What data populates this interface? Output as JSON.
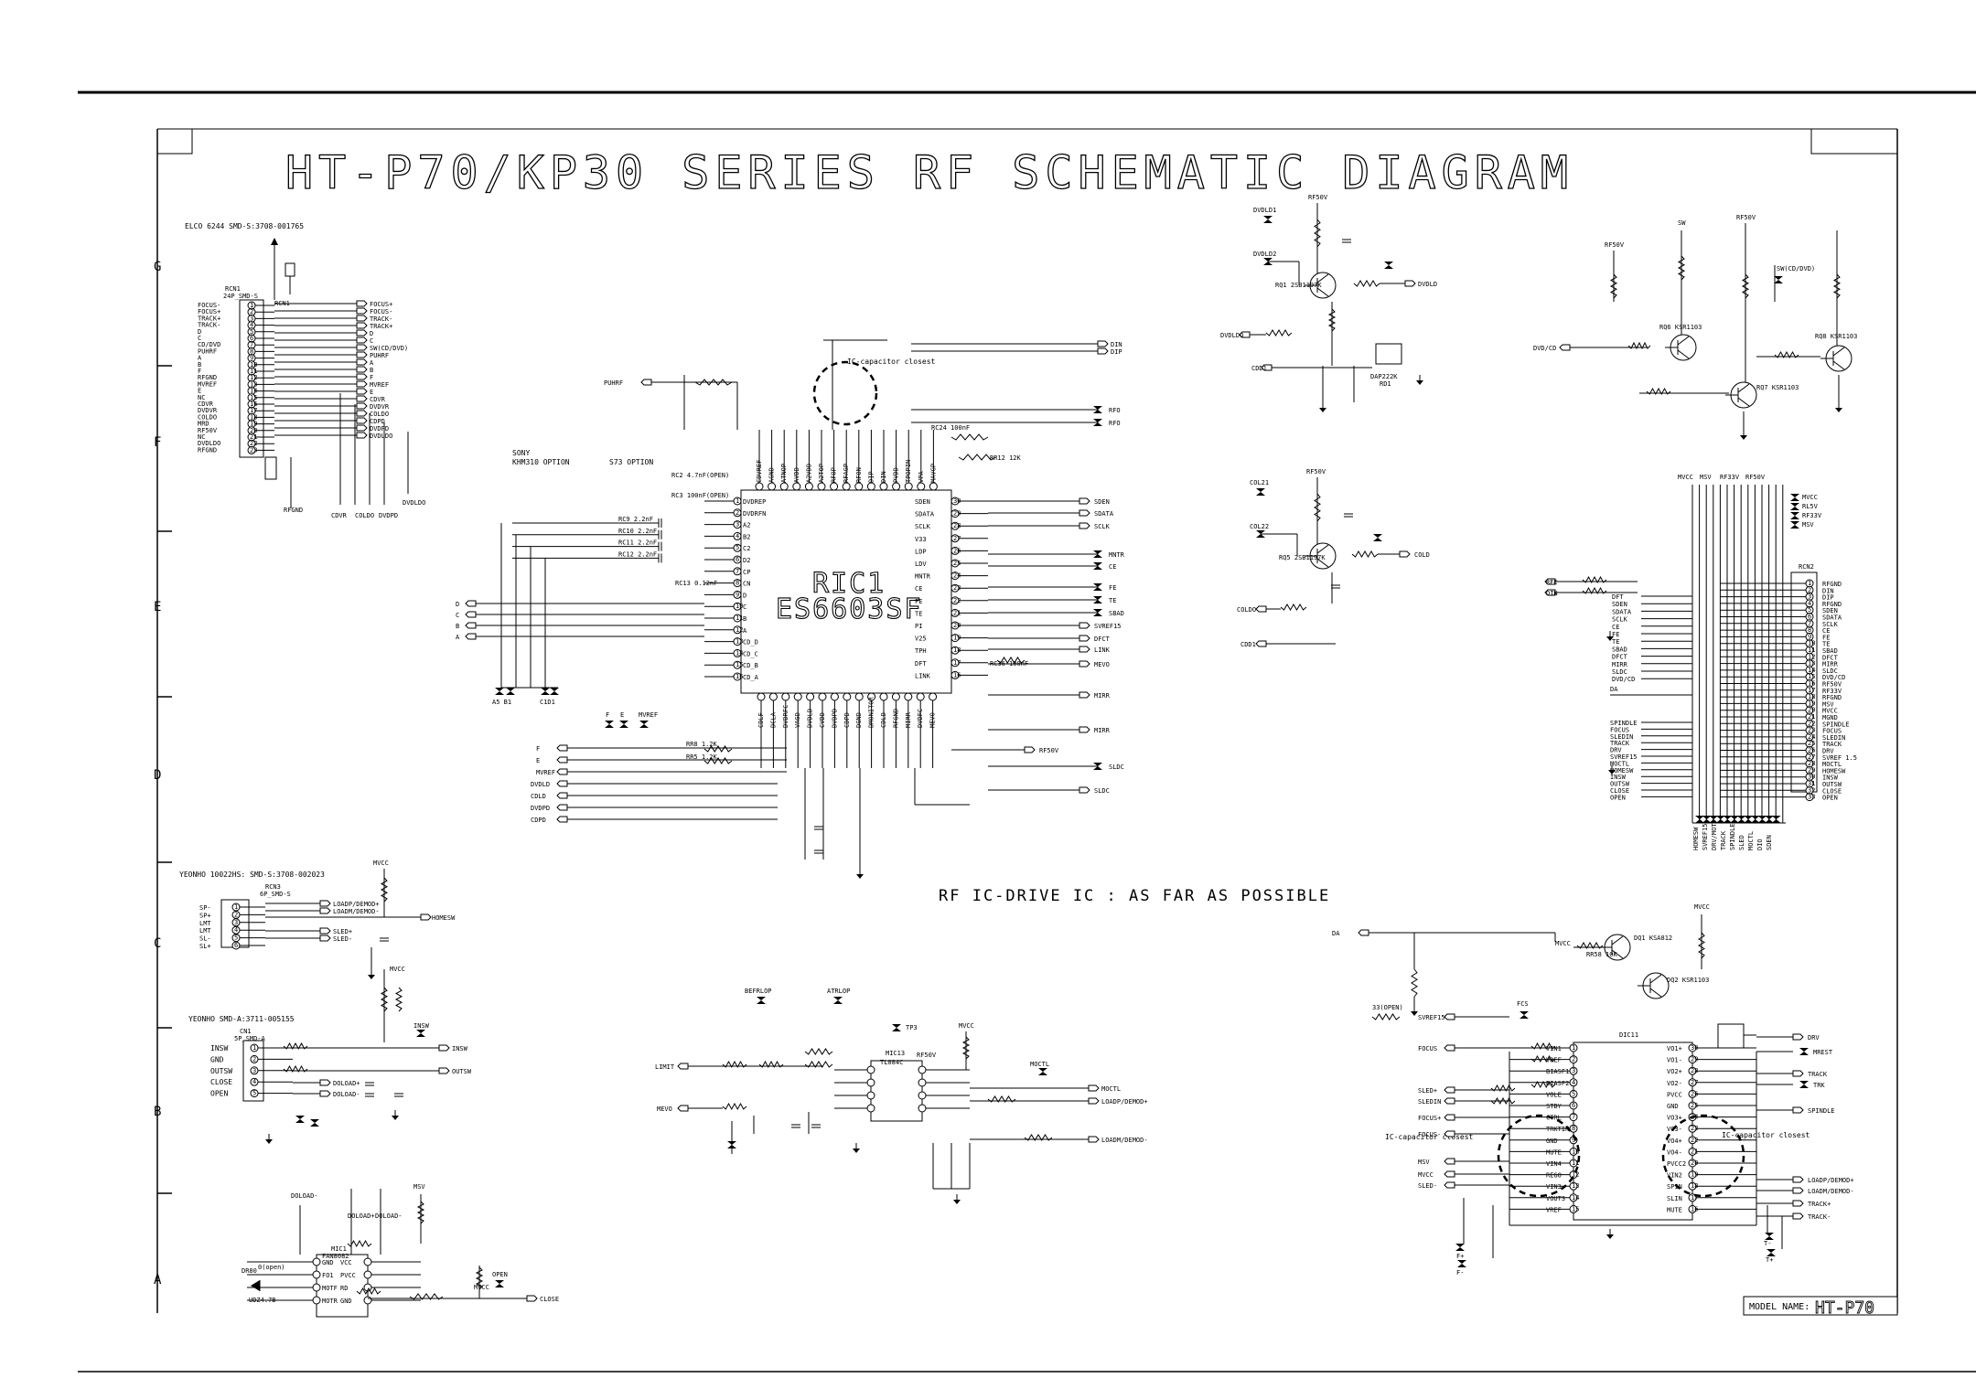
{
  "title": "HT-P70/KP30 SERIES RF SCHEMATIC DIAGRAM",
  "model": {
    "label": "MODEL NAME:",
    "value": "HT-P70"
  },
  "grid_rows": [
    "G",
    "F",
    "E",
    "D",
    "C",
    "B",
    "A"
  ],
  "notes": {
    "cap_closest": "IC-capacitor closest",
    "ic_drive": "RF IC-DRIVE IC : AS FAR AS POSSIBLE",
    "sony": "SONY",
    "khm": "KHM310 OPTION",
    "s73": "S73 OPTION"
  },
  "connectors": {
    "cn_elco": {
      "title": "ELCO 6244 SMD-S:3708-001765",
      "ref": "RCN1",
      "sub": "24P_SMD-S",
      "pins": [
        "FOCUS-",
        "FOCUS+",
        "TRACK+",
        "TRACK-",
        "D",
        "C",
        "CD/DVD",
        "PUHRF",
        "A",
        "B",
        "F",
        "RFGND",
        "MVREF",
        "E",
        "NC",
        "CDVR",
        "DVDVR",
        "COLDO",
        "MRD",
        "RF50V",
        "NC",
        "DVDLDO",
        "RFGND"
      ],
      "nets": [
        "FOCUS+",
        "FOCUS-",
        "TRACK-",
        "TRACK+",
        "D",
        "C",
        "SW(CD/DVD)",
        "PUHRF",
        "A",
        "B",
        "F",
        "MVREF",
        "E",
        "CDVR",
        "DVDVR",
        "COLDO",
        "CDPD",
        "DVDPD",
        "DVDLDO"
      ]
    },
    "cn_yeon_top": {
      "title": "YEONHO 10022HS: SMD-S:3708-002023",
      "ref": "RCN3",
      "sub": "6P_SMD-S",
      "pins": [
        "SP-",
        "SP+",
        "LMT",
        "LMT",
        "SL-",
        "SL+"
      ],
      "nets": [
        "LOADP/DEMOD+",
        "LOADM/DEMOD-",
        "SLED+",
        "SLED-",
        "HOMESW"
      ]
    },
    "cn_yeon_bot": {
      "title": "YEONHO SMD-A:3711-005155",
      "ref": "CN1",
      "sub": "5P_SMD-A",
      "pins": [
        "INSW",
        "GND",
        "OUTSW",
        "CLOSE",
        "OPEN"
      ],
      "nets": [
        "INSW",
        "OUTSW",
        "DOLOAD+",
        "DOLOAD-"
      ]
    },
    "cn_right": {
      "ref": "RCN2",
      "pins": [
        "RFGND",
        "DIN",
        "DIP",
        "RFGND",
        "SDEN",
        "SDATA",
        "SCLK",
        "CE",
        "FE",
        "TE",
        "SBAD",
        "DFCT",
        "MIRR",
        "SLDC",
        "DVD/CD",
        "RF50V",
        "RF33V",
        "RFGND",
        "MSV",
        "MVCC",
        "MGND",
        "SPINDLE",
        "FOCUS",
        "SLEDIN",
        "TRACK",
        "DRV",
        "SVREF 1.5",
        "MOCTL",
        "HOMESW",
        "INSW",
        "OUTSW",
        "CLOSE",
        "OPEN"
      ]
    }
  },
  "ic_main": {
    "ref": "RIC1",
    "part": "ES6603SF",
    "left_pins": [
      "DVDREP",
      "DVDRFN",
      "A2",
      "B2",
      "C2",
      "D2",
      "CP",
      "CN",
      "D",
      "C",
      "B",
      "A",
      "CD_D",
      "CD_C",
      "CD_B",
      "CD_A"
    ],
    "right_pins": [
      "SDEN",
      "SDATA",
      "SCLK",
      "V33",
      "LDP",
      "LDV",
      "MNTR",
      "CE",
      "FE",
      "TE",
      "PI",
      "V25",
      "TPH",
      "DFT",
      "LINK"
    ],
    "top_pins": [
      "CDVREF",
      "AGND",
      "ATNOP",
      "AVDD",
      "A2VDD",
      "A2TOP",
      "RFOP",
      "RFAGP",
      "RFON",
      "DIP",
      "DIN",
      "PVDD",
      "TPOPIN",
      "VPA",
      "MAVGP"
    ],
    "bottom_pins": [
      "CDLF",
      "DCLA",
      "DVDRFC",
      "VAGD",
      "DVDLD",
      "CVDD",
      "DVDPD",
      "CDPD",
      "DGND",
      "DMONITOR",
      "CDLD",
      "RFGND",
      "MIRR",
      "DVDFC",
      "MEVO"
    ],
    "top_nets": [
      "DIN",
      "DIP",
      "RFO",
      "RFO"
    ],
    "right_nets": [
      "SDEN",
      "SDATA",
      "SCLK",
      "MNTR",
      "CE",
      "FE",
      "TE",
      "SBAD",
      "SVREF15",
      "DFCT",
      "LINK",
      "MEVO",
      "MIRR",
      "MIRR",
      "SLDC",
      "SLDC"
    ],
    "left_nets": [
      "D",
      "C",
      "B",
      "A",
      "PUHRF"
    ],
    "bottom_nets": [
      "F",
      "E",
      "MVREF",
      "DVDLD",
      "CDLD",
      "DVDPD",
      "CDPD"
    ],
    "caps": [
      "RC9 2.2nF",
      "RC10 2.2nF",
      "RC11 2.2nF",
      "RC12 2.2nF",
      "RC13 0.12nF",
      "RC2 4.7nF(OPEN)",
      "RC3 100nF(OPEN)"
    ],
    "resistors": [
      "RR8 1.2K",
      "RR5 1.2K",
      "RR12 12K",
      "RC36 100nF",
      "RC24 100nF"
    ]
  },
  "ic_drive": {
    "ref": "DIC11",
    "left_pins": [
      "VIN1",
      "VREF",
      "BIASF1",
      "BIASF2",
      "VOLE",
      "STBY",
      "CTRL",
      "TRKTIN",
      "GND",
      "MUTE",
      "VIN4",
      "REGO",
      "VIN3",
      "VOUT3",
      "VREF"
    ],
    "right_pins": [
      "VO1+",
      "VO1-",
      "VO2+",
      "VO2-",
      "PVCC",
      "GND",
      "VO3+",
      "VO3-",
      "VO4+",
      "VO4-",
      "PVCC2",
      "VIN2",
      "SPIN",
      "SLIN",
      "MUTE"
    ],
    "nets_right": [
      "DRV",
      "MREST",
      "TRACK",
      "TRK",
      "SPINDLE",
      "LOADP/DEMOD+",
      "LOADM/DEMOD-",
      "TRACK+",
      "TRACK-"
    ],
    "nets_left": [
      "DA",
      "SVREF15",
      "FOCUS",
      "SLED+",
      "SLEDIN",
      "FOCUS+",
      "FOCUS-",
      "MSV",
      "MVCC",
      "SLED-"
    ]
  },
  "ic_loader": {
    "ref": "MIC1",
    "part": "FAN8082",
    "pins": [
      "GND",
      "FO1",
      "MOTF",
      "MOTR",
      "VCC",
      "PVCC",
      "RD",
      "GND"
    ],
    "nets": [
      "DOLOAD+",
      "DOLOAD-",
      "CLOSE",
      "OPEN"
    ],
    "diode": "UDZ4.7B"
  },
  "ic_tray": {
    "ref": "MIC13",
    "part": "TL084C",
    "nets": [
      "LIMIT",
      "MEVO",
      "MOCTL",
      "LOADP/DEMOD+",
      "LOADM/DEMOD-"
    ],
    "labels": [
      "BEFRLOP",
      "ATRLOP",
      "TP3",
      "MVCC",
      "RF50V",
      "MOCTL"
    ]
  },
  "ld_driver_dvd": {
    "q": "RQ1 2SB1197K",
    "nets": [
      "DVDLD1",
      "DVDLD2",
      "RF50V",
      "DVDLD",
      "DVDLDO",
      "CDD1",
      "DAP222K",
      "RD1"
    ]
  },
  "ld_driver_cd": {
    "q": "RQ5 2SB1197K",
    "nets": [
      "COL21",
      "COL22",
      "RF50V",
      "COLD",
      "COLDO",
      "CDD1"
    ]
  },
  "sw_circuit": {
    "q": [
      "RQ6 KSR1103",
      "RQ7 KSR1103",
      "RQ8 KSR1103"
    ],
    "nets": [
      "RF50V",
      "DVD/CD",
      "SW",
      "SW(CD/DVD)",
      "RF50V"
    ]
  },
  "sled_q": {
    "q": "DQ1 KSA812",
    "q2": "DQ2 KSR1103",
    "nets": [
      "DA",
      "MVCC",
      "RR58 10K"
    ]
  }
}
